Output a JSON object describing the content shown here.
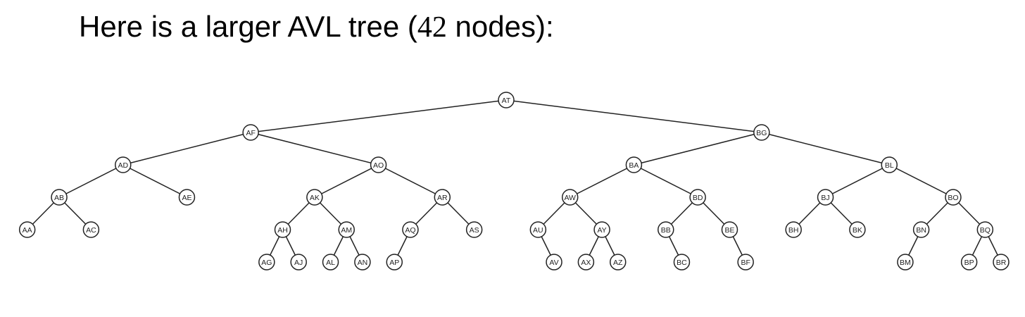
{
  "heading": {
    "prefix": "Here is a larger AVL tree (",
    "count": "42",
    "suffix": " nodes):"
  },
  "tree": {
    "root": "AT",
    "nodes": [
      {
        "id": "AT",
        "left": "AF",
        "right": "BG"
      },
      {
        "id": "AF",
        "left": "AD",
        "right": "AO"
      },
      {
        "id": "AD",
        "left": "AB",
        "right": "AE"
      },
      {
        "id": "AB",
        "left": "AA",
        "right": "AC"
      },
      {
        "id": "AA"
      },
      {
        "id": "AC"
      },
      {
        "id": "AE"
      },
      {
        "id": "AO",
        "left": "AK",
        "right": "AR"
      },
      {
        "id": "AK",
        "left": "AH",
        "right": "AM"
      },
      {
        "id": "AH",
        "left": "AG",
        "right": "AJ"
      },
      {
        "id": "AG"
      },
      {
        "id": "AJ"
      },
      {
        "id": "AM",
        "left": "AL",
        "right": "AN"
      },
      {
        "id": "AL"
      },
      {
        "id": "AN"
      },
      {
        "id": "AR",
        "left": "AQ",
        "right": "AS"
      },
      {
        "id": "AQ",
        "left": "AP"
      },
      {
        "id": "AP"
      },
      {
        "id": "AS"
      },
      {
        "id": "BG",
        "left": "BA",
        "right": "BL"
      },
      {
        "id": "BA",
        "left": "AW",
        "right": "BD"
      },
      {
        "id": "AW",
        "left": "AU",
        "right": "AY"
      },
      {
        "id": "AU",
        "right": "AV"
      },
      {
        "id": "AV"
      },
      {
        "id": "AY",
        "left": "AX",
        "right": "AZ"
      },
      {
        "id": "AX"
      },
      {
        "id": "AZ"
      },
      {
        "id": "BD",
        "left": "BB",
        "right": "BE"
      },
      {
        "id": "BB",
        "right": "BC"
      },
      {
        "id": "BC"
      },
      {
        "id": "BE",
        "right": "BF"
      },
      {
        "id": "BF"
      },
      {
        "id": "BL",
        "left": "BJ",
        "right": "BO"
      },
      {
        "id": "BJ",
        "left": "BH",
        "right": "BK"
      },
      {
        "id": "BH"
      },
      {
        "id": "BK"
      },
      {
        "id": "BO",
        "left": "BN",
        "right": "BQ"
      },
      {
        "id": "BN",
        "left": "BM"
      },
      {
        "id": "BM"
      },
      {
        "id": "BQ",
        "left": "BP",
        "right": "BR"
      },
      {
        "id": "BP"
      },
      {
        "id": "BR"
      }
    ]
  }
}
